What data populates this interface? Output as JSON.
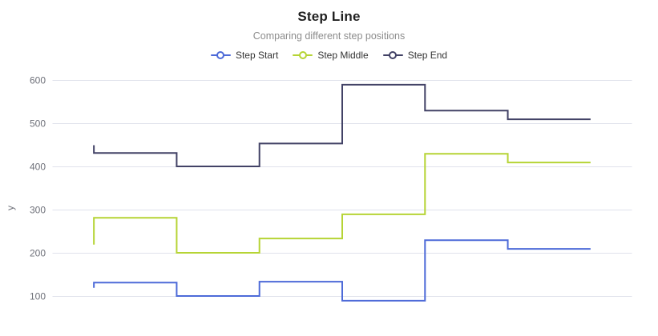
{
  "chart_data": {
    "type": "line",
    "variant": "step",
    "title": "Step Line",
    "subtitle": "Comparing different step positions",
    "ylabel": "y",
    "y_ticks": [
      100,
      200,
      300,
      400,
      500,
      600
    ],
    "ylim": [
      100,
      600
    ],
    "num_points": 7,
    "x_axis_labels_visible": false,
    "grid": true,
    "legend_position": "top",
    "series": [
      {
        "name": "Step Start",
        "step": "start",
        "color": "#4D6AD8",
        "values": [
          120,
          132,
          101,
          134,
          90,
          230,
          210
        ]
      },
      {
        "name": "Step Middle",
        "step": "middle",
        "color": "#B6D435",
        "values": [
          220,
          282,
          201,
          234,
          290,
          430,
          410
        ]
      },
      {
        "name": "Step End",
        "step": "end",
        "color": "#424266",
        "values": [
          450,
          432,
          401,
          454,
          590,
          530,
          510
        ]
      }
    ],
    "colors": {
      "grid": "#E0E2EC",
      "tick_label": "#6E7079",
      "axis_name": "#6E7079",
      "title": "#1F1F1F",
      "subtitle": "#8C8C8C",
      "legend_text": "#333333",
      "background": "#FFFFFF"
    }
  }
}
